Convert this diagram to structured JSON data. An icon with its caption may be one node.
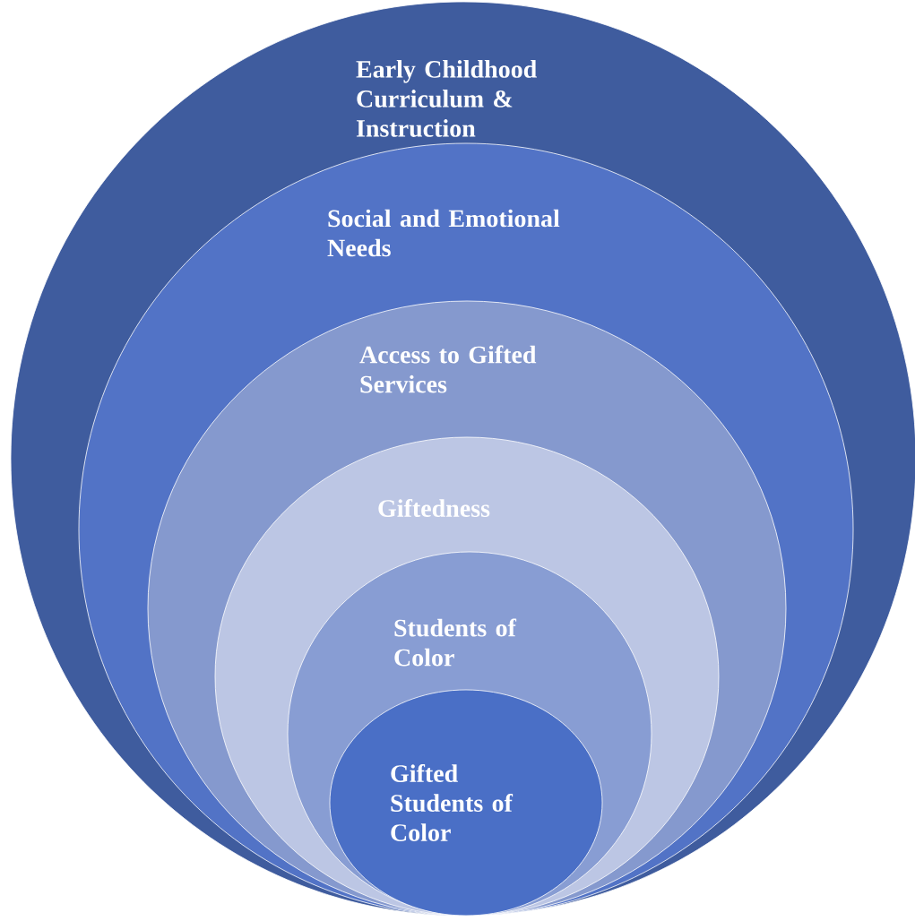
{
  "diagram": {
    "nodes": [
      {
        "text": [
          "Early Childhood Curriculum & Instruction"
        ]
      },
      {
        "text": [
          "Social and Emotional Needs"
        ],
        "in": 0
      },
      {
        "text": [
          "Access to Gifted Services"
        ],
        "in": 1
      },
      {
        "text": [
          "Giftedness"
        ],
        "in": 2
      },
      {
        "text": [
          "Students of Color"
        ],
        "in": 3
      },
      {
        "text": [
          "Gifted Students of Color"
        ],
        "in": 4
      }
    ]
  }
}
